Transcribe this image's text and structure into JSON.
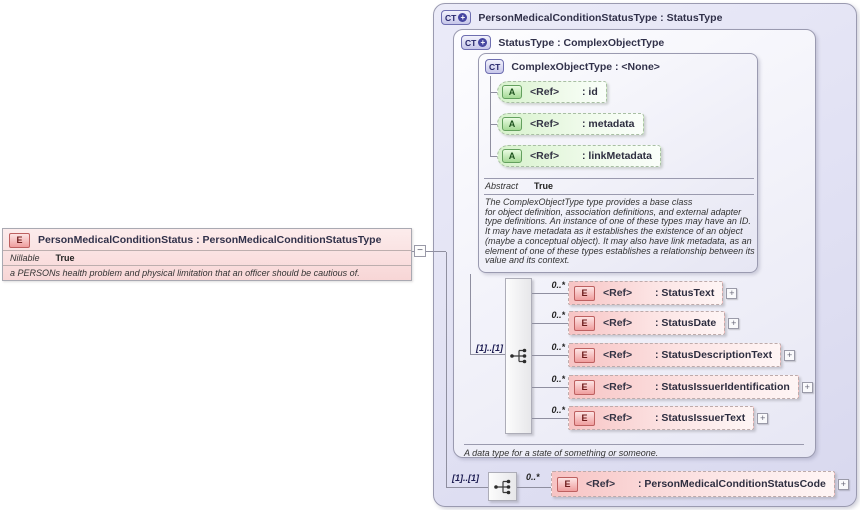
{
  "left_element": {
    "badge": "E",
    "title": "PersonMedicalConditionStatus : PersonMedicalConditionStatusType",
    "nillable_label": "Nillable",
    "nillable_value": "True",
    "description": "a PERSONs health problem and physical limitation that an officer should be cautious of.",
    "collapse_symbol": "−"
  },
  "outer_type": {
    "badge": "CT",
    "plus": "+",
    "title": "PersonMedicalConditionStatusType : StatusType",
    "cardinality": "[1]..[1]",
    "sequence_element": {
      "occurs": "0..*",
      "badge": "E",
      "ref": "<Ref>",
      "name": ": PersonMedicalConditionStatusCode",
      "expand": "+"
    }
  },
  "status_type": {
    "badge": "CT",
    "plus": "+",
    "title": "StatusType : ComplexObjectType",
    "cardinality": "[1]..[1]",
    "description": "A data type for a state of something or someone.",
    "elements": [
      {
        "occurs": "0..*",
        "badge": "E",
        "ref": "<Ref>",
        "name": ": StatusText",
        "expand": "+"
      },
      {
        "occurs": "0..*",
        "badge": "E",
        "ref": "<Ref>",
        "name": ": StatusDate",
        "expand": "+"
      },
      {
        "occurs": "0..*",
        "badge": "E",
        "ref": "<Ref>",
        "name": ": StatusDescriptionText",
        "expand": "+"
      },
      {
        "occurs": "0..*",
        "badge": "E",
        "ref": "<Ref>",
        "name": ": StatusIssuerIdentification",
        "expand": "+"
      },
      {
        "occurs": "0..*",
        "badge": "E",
        "ref": "<Ref>",
        "name": ": StatusIssuerText",
        "expand": "+"
      }
    ]
  },
  "complex_object_type": {
    "badge": "CT",
    "title": "ComplexObjectType : <None>",
    "attributes": [
      {
        "badge": "A",
        "ref": "<Ref>",
        "name": ": id"
      },
      {
        "badge": "A",
        "ref": "<Ref>",
        "name": ": metadata"
      },
      {
        "badge": "A",
        "ref": "<Ref>",
        "name": ": linkMetadata"
      }
    ],
    "abstract_label": "Abstract",
    "abstract_value": "True",
    "description_lines": [
      "The ComplexObjectType type provides a base class",
      "for object definition, association definitions, and external adapter",
      "type definitions. An instance of one of these types may have an ID.",
      "It may have metadata as it establishes the existence of an object",
      "(maybe a conceptual object). It may also have link metadata, as an",
      "element of one of these types establishes a relationship between its",
      "value and its context."
    ]
  }
}
